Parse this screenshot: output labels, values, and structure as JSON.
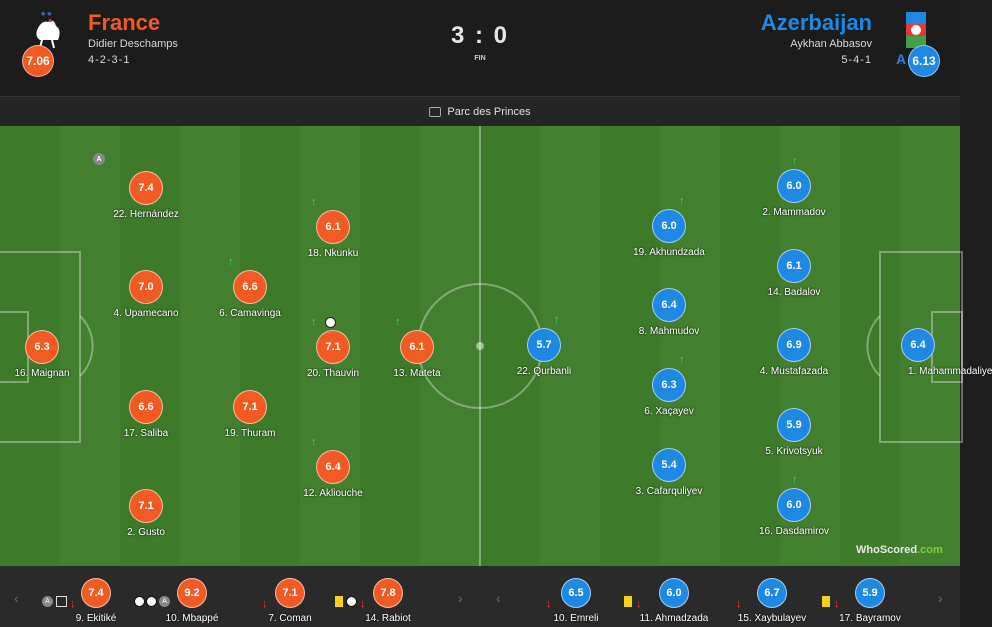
{
  "home": {
    "name": "France",
    "coach": "Didier Deschamps",
    "formation": "4-2-3-1",
    "rating": "7.06",
    "color": "#f15a22"
  },
  "away": {
    "name": "Azerbaijan",
    "coach": "Aykhan Abbasov",
    "formation": "5-4-1",
    "rating": "6.13",
    "color": "#1e88e5"
  },
  "score": "3 : 0",
  "status": "FIN",
  "venue": "Parc des Princes",
  "home_players": [
    {
      "label": "22. Hernández",
      "rating": "7.4",
      "captain_mark": "A"
    },
    {
      "label": "4. Upamecano",
      "rating": "7.0"
    },
    {
      "label": "16. Maignan",
      "rating": "6.3"
    },
    {
      "label": "17. Saliba",
      "rating": "6.6"
    },
    {
      "label": "2. Gusto",
      "rating": "7.1"
    },
    {
      "label": "6. Camavinga",
      "rating": "6.6"
    },
    {
      "label": "19. Thuram",
      "rating": "7.1"
    },
    {
      "label": "18. Nkunku",
      "rating": "6.1"
    },
    {
      "label": "20. Thauvin",
      "rating": "7.1"
    },
    {
      "label": "12. Akliouche",
      "rating": "6.4"
    },
    {
      "label": "13. Mateta",
      "rating": "6.1"
    }
  ],
  "away_players": [
    {
      "label": "22. Qurbanli",
      "rating": "5.7"
    },
    {
      "label": "19. Akhundzada",
      "rating": "6.0"
    },
    {
      "label": "8. Mahmudov",
      "rating": "6.4"
    },
    {
      "label": "6. Xaçayev",
      "rating": "6.3"
    },
    {
      "label": "3. Cafarquliyev",
      "rating": "5.4"
    },
    {
      "label": "2. Mammadov",
      "rating": "6.0"
    },
    {
      "label": "14. Badalov",
      "rating": "6.1"
    },
    {
      "label": "4. Mustafazada",
      "rating": "6.9"
    },
    {
      "label": "5. Krivotsyuk",
      "rating": "5.9"
    },
    {
      "label": "16. Dasdamirov",
      "rating": "6.0"
    },
    {
      "label": "1. Mahammadaliye",
      "rating": "6.4"
    }
  ],
  "home_subs": [
    {
      "label": "9. Ekitiké",
      "rating": "7.4"
    },
    {
      "label": "10. Mbappé",
      "rating": "9.2"
    },
    {
      "label": "7. Coman",
      "rating": "7.1"
    },
    {
      "label": "14. Rabiot",
      "rating": "7.8"
    }
  ],
  "away_subs": [
    {
      "label": "10. Emreli",
      "rating": "6.5"
    },
    {
      "label": "11. Ahmadzada",
      "rating": "6.0"
    },
    {
      "label": "15. Xaybulayev",
      "rating": "6.7"
    },
    {
      "label": "17. Bayramov",
      "rating": "5.9"
    }
  ],
  "icons": {
    "sub_on": "↑",
    "sub_off": "↓",
    "prev": "‹",
    "next": "›",
    "captain": "A"
  },
  "watermark": {
    "brand": "WhoScored",
    "suffix": ".com"
  }
}
